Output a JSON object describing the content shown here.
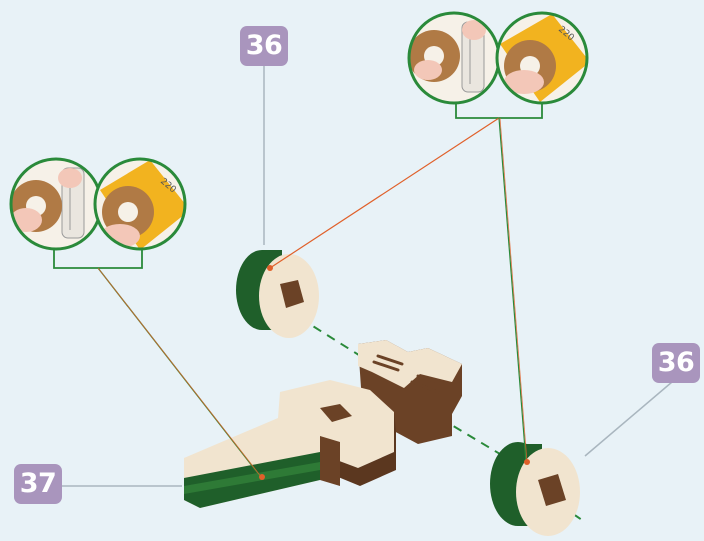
{
  "labels": {
    "part_top": "36",
    "part_right": "36",
    "part_left": "37"
  },
  "inset_text": {
    "sandpaper_grit": "220"
  },
  "icons": [
    "magnifier-inset-gear-sanding",
    "magnifier-inset-sandpaper-gear"
  ],
  "colors": {
    "background": "#e8f2f7",
    "badge": "#a995bd",
    "wood_light": "#f1e4cf",
    "wood_dark": "#6b4226",
    "green_edge": "#1f5f2a",
    "callout_green": "#2a8a3a",
    "leader_orange": "#e0602a",
    "gear_brown": "#b07a45",
    "sandpaper_yellow": "#f2b31f"
  }
}
